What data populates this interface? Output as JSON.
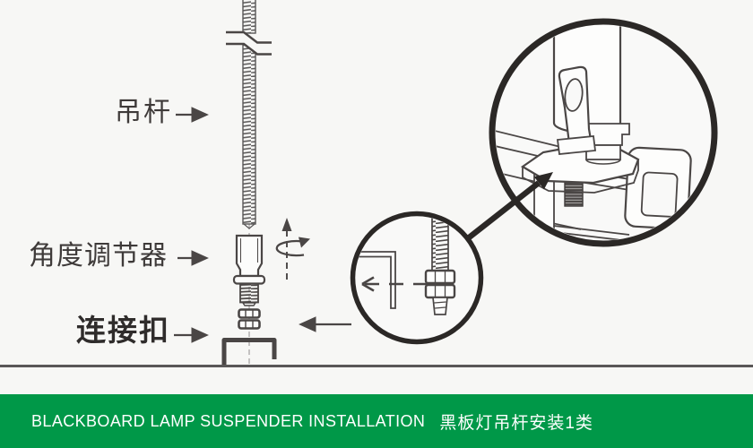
{
  "title": "Blackboard lamp suspender installation diagram",
  "labels": {
    "rod": "吊杆",
    "angle_adjuster": "角度调节器",
    "connector": "连接扣"
  },
  "banner": {
    "text_en": "BLACKBOARD LAMP SUSPENDER INSTALLATION",
    "text_zh": "黑板灯吊杆安装1类"
  },
  "colors": {
    "background": "#f7f7f5",
    "line_art": "#4a4645",
    "line_soft": "#595757",
    "detail_circle_stroke": "#2b2826",
    "ground_line": "#595757",
    "banner_green": "#009848",
    "banner_text": "#ffffff"
  },
  "icons": [
    "up-arrow-icon",
    "rotation-arrow-icon",
    "left-arrow-icon",
    "dashed-left-arrow-icon",
    "callout-arrow-icon"
  ]
}
